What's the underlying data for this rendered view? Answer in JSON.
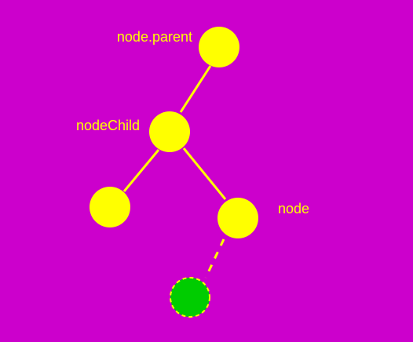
{
  "colors": {
    "background": "#cc00cc",
    "node_fill": "#ffff00",
    "edge": "#ffff00",
    "label": "#ffff00",
    "new_node_fill": "#00cc00",
    "new_node_border": "#ffff00"
  },
  "labels": {
    "parent": "node.parent",
    "child": "nodeChild",
    "node": "node"
  },
  "nodes": [
    {
      "id": "parent",
      "label_key": "parent"
    },
    {
      "id": "child",
      "label_key": "child"
    },
    {
      "id": "left-leaf",
      "label_key": null
    },
    {
      "id": "node",
      "label_key": "node"
    },
    {
      "id": "new-node",
      "label_key": null,
      "dashed": true
    }
  ],
  "edges": [
    {
      "from": "parent",
      "to": "child",
      "dashed": false
    },
    {
      "from": "child",
      "to": "left-leaf",
      "dashed": false
    },
    {
      "from": "child",
      "to": "node",
      "dashed": false
    },
    {
      "from": "node",
      "to": "new-node",
      "dashed": true
    }
  ]
}
